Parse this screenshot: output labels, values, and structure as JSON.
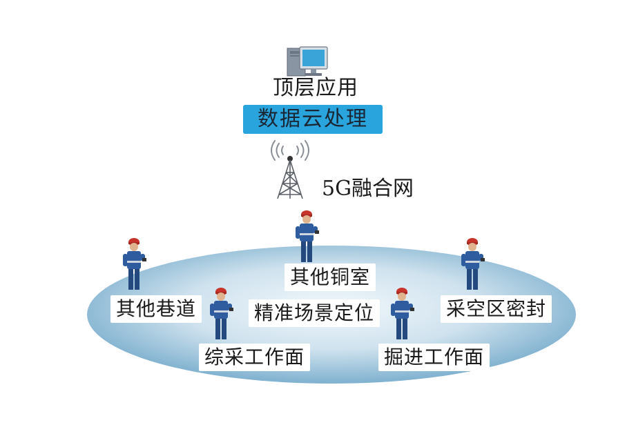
{
  "top_application": {
    "label": "顶层应用",
    "icon": "computer-icon"
  },
  "cloud_processing": {
    "label": "数据云处理",
    "color": "#2aa4dd"
  },
  "network": {
    "label": "5G融合网",
    "icon": "signal-tower-icon"
  },
  "scenes": {
    "other_room": "其他铜室",
    "other_lane": "其他巷道",
    "precise_positioning": "精准场景定位",
    "goaf_sealing": "采空区密封",
    "fully_mechanized_face": "综采工作面",
    "tunneling_face": "掘进工作面"
  },
  "colors": {
    "platform_center": "#e8f2f8",
    "platform_edge": "#7fb1cf",
    "worker_uniform": "#2e5c9e",
    "helmet": "#c8342c"
  }
}
